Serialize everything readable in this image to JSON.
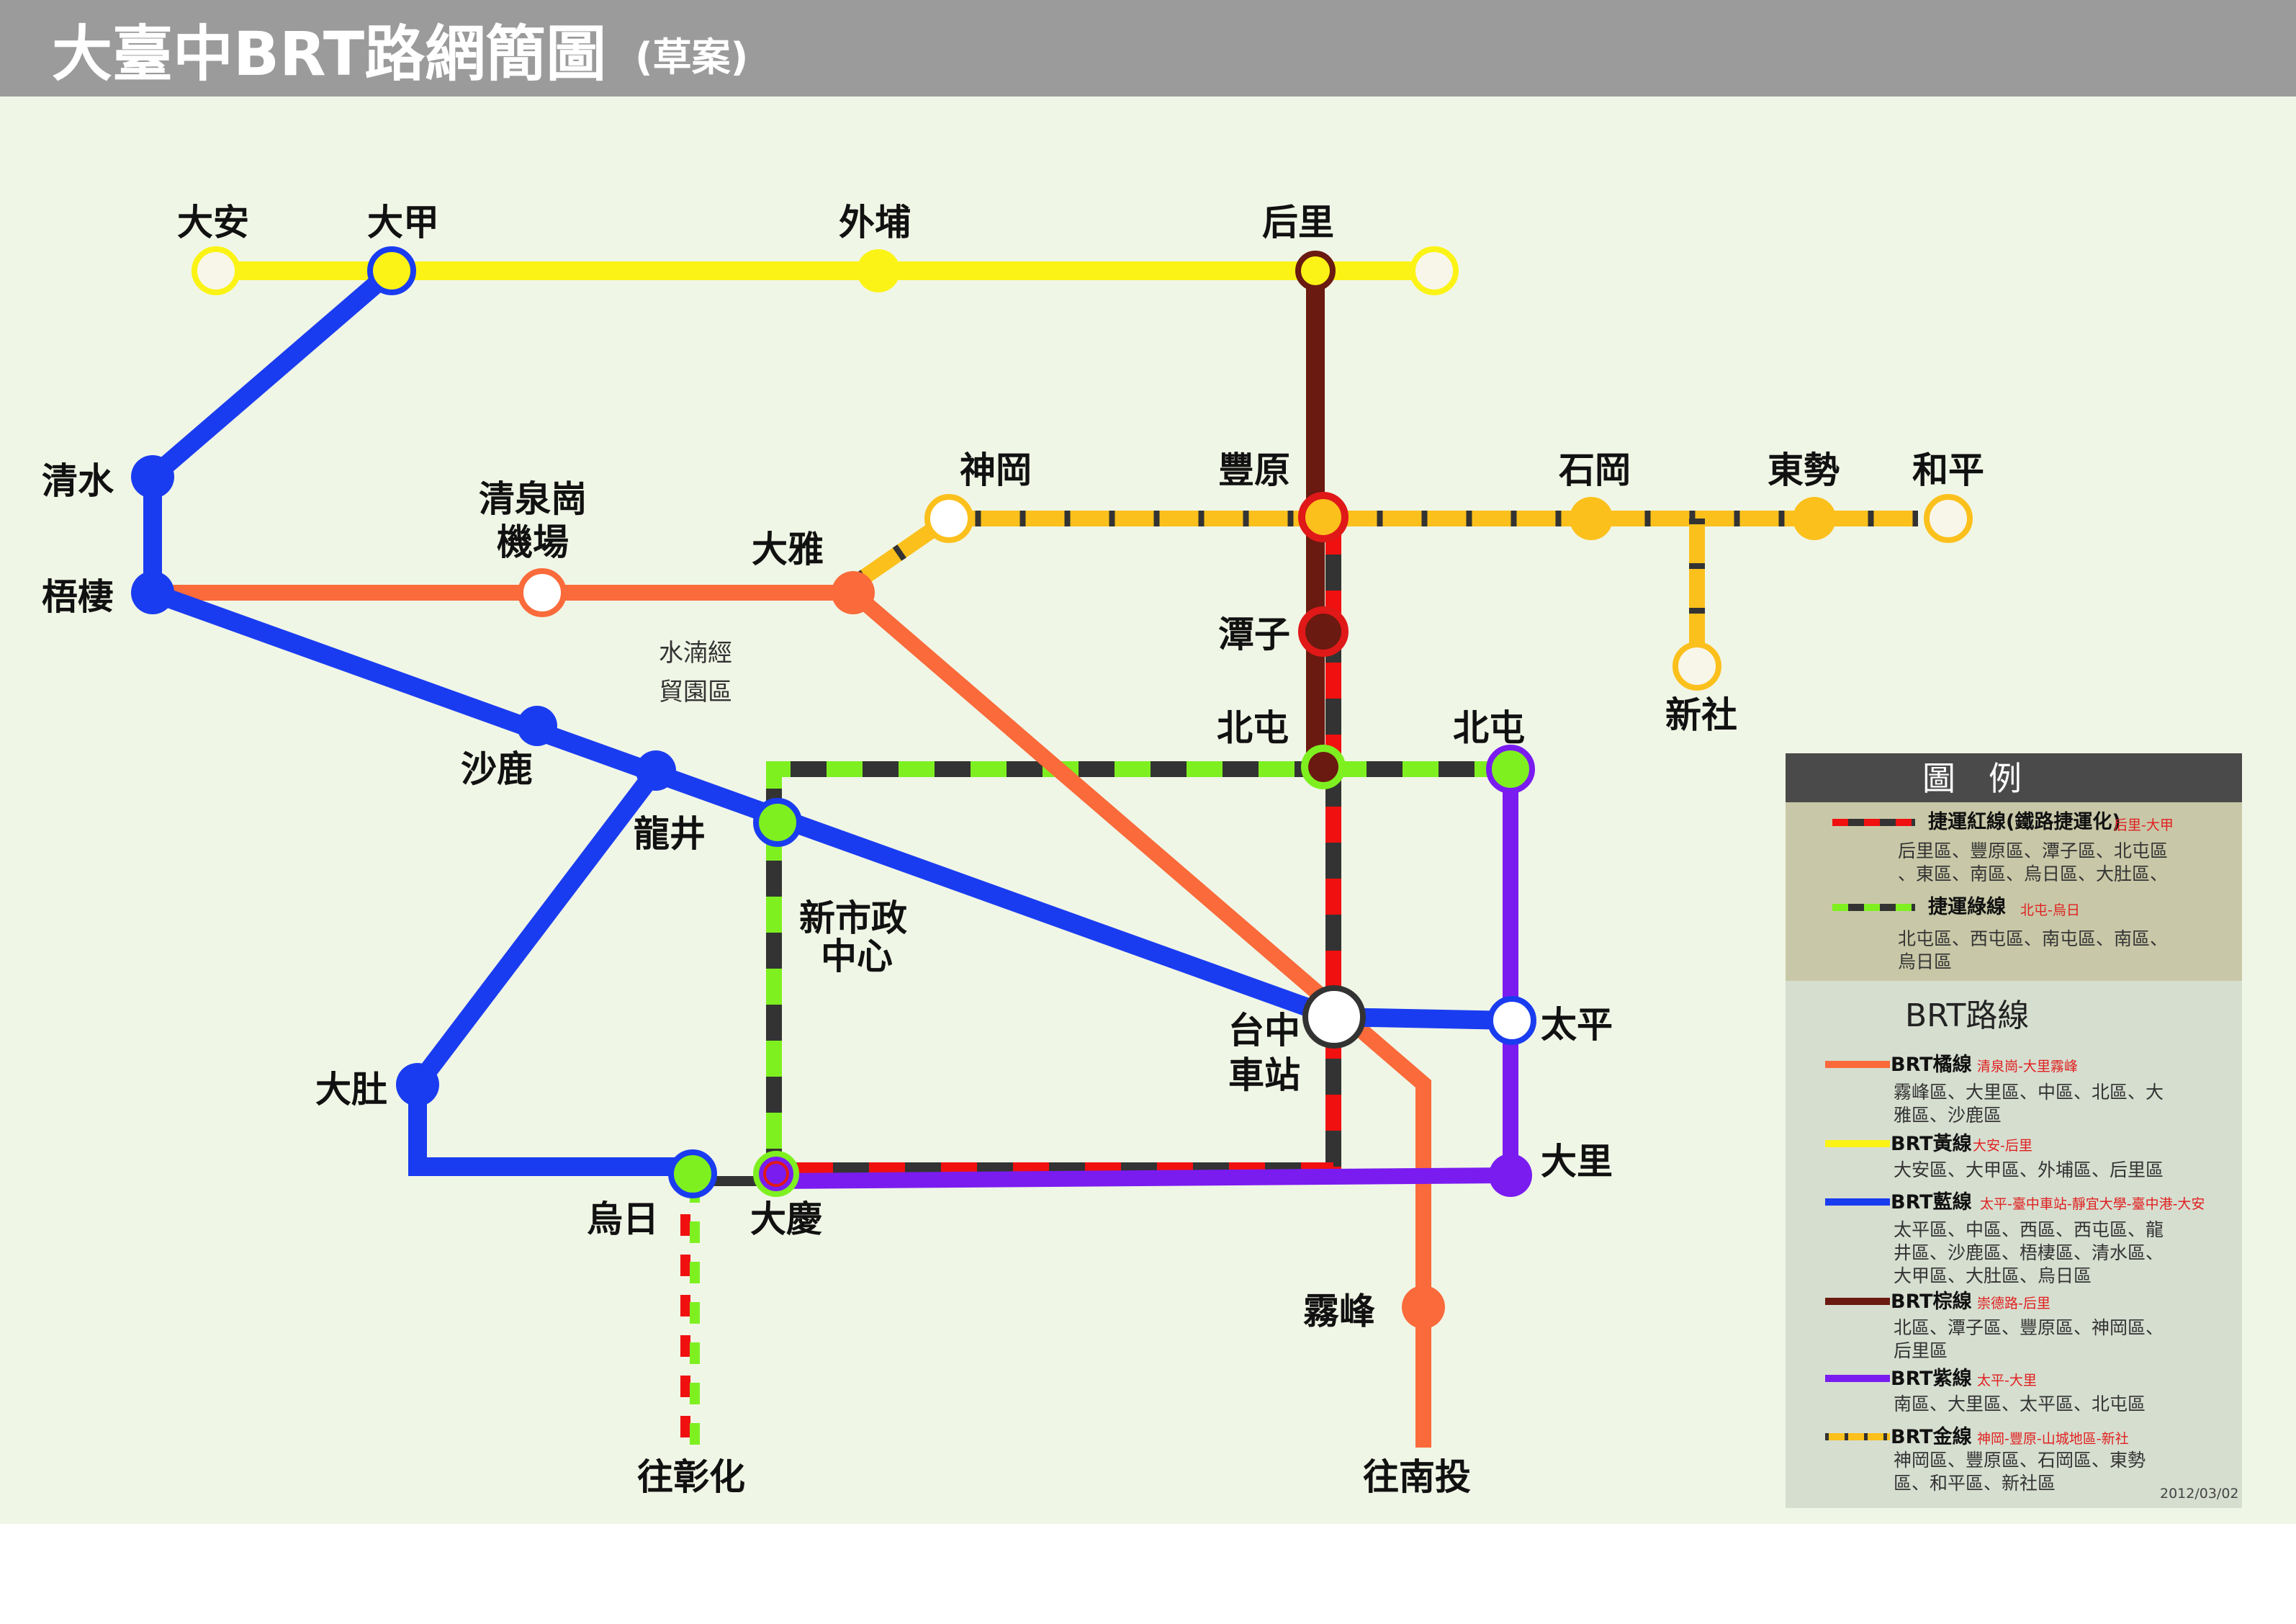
{
  "header": {
    "title": "大臺中BRT路網簡圖",
    "subtitle": "(草案)"
  },
  "colors": {
    "background": "#f0f6e6",
    "header": "#9b9b9b",
    "orange": "#fa6a3a",
    "yellow": "#fbf315",
    "blue": "#1a3cf0",
    "brown": "#6a1a10",
    "purple": "#7a1cf0",
    "gold": "#fbc01c",
    "red_mrt": "#f01010",
    "green_mrt": "#7ef020",
    "dark": "#333333"
  },
  "stations": {
    "daan": "大安",
    "dajia": "大甲",
    "waipu": "外埔",
    "houli": "后里",
    "qingshui": "清水",
    "wuqi": "梧棲",
    "airport_line1": "清泉崗",
    "airport_line2": "機場",
    "daya": "大雅",
    "shengang": "神岡",
    "fengyuan": "豐原",
    "shigang": "石岡",
    "dongshi": "東勢",
    "heping": "和平",
    "xinshe": "新社",
    "tanzi": "潭子",
    "beitun_left": "北屯",
    "beitun_right": "北屯",
    "shalu": "沙鹿",
    "longjing": "龍井",
    "civic_line1": "新市政",
    "civic_line2": "中心",
    "taichung_line1": "台中",
    "taichung_line2": "車站",
    "taiping": "太平",
    "dadu": "大肚",
    "wuri": "烏日",
    "daqing": "大慶",
    "dali": "大里",
    "wufeng": "霧峰",
    "to_changhua": "往彰化",
    "to_nantou": "往南投",
    "trade_zone_line1": "水湳經",
    "trade_zone_line2": "貿園區"
  },
  "legend": {
    "title": "圖　例",
    "mrt_red_name": "捷運紅線(鐵路捷運化)",
    "mrt_red_route": "后里-大甲",
    "mrt_red_desc1": "后里區、豐原區、潭子區、北屯區",
    "mrt_red_desc2": "、東區、南區、烏日區、大肚區、",
    "mrt_green_name": "捷運綠線",
    "mrt_green_route": "北屯-烏日",
    "mrt_green_desc1": "北屯區、西屯區、南屯區、南區、",
    "mrt_green_desc2": "烏日區",
    "brt_heading": "BRT路線",
    "orange_name": "BRT橘線",
    "orange_route": "清泉崗-大里霧峰",
    "orange_desc1": "霧峰區、大里區、中區、北區、大",
    "orange_desc2": "雅區、沙鹿區",
    "yellow_name": "BRT黃線",
    "yellow_route": "大安-后里",
    "yellow_desc1": "大安區、大甲區、外埔區、后里區",
    "blue_name": "BRT藍線",
    "blue_route": "太平-臺中車站-靜宜大學-臺中港-大安",
    "blue_desc1": "太平區、中區、西區、西屯區、龍",
    "blue_desc2": "井區、沙鹿區、梧棲區、清水區、",
    "blue_desc3": "大甲區、大肚區、烏日區",
    "brown_name": "BRT棕線",
    "brown_route": "崇德路-后里",
    "brown_desc1": "北區、潭子區、豐原區、神岡區、",
    "brown_desc2": "后里區",
    "purple_name": "BRT紫線",
    "purple_route": "太平-大里",
    "purple_desc1": "南區、大里區、太平區、北屯區",
    "gold_name": "BRT金線",
    "gold_route": "神岡-豐原-山城地區-新社",
    "gold_desc1": "神岡區、豐原區、石岡區、東勢",
    "gold_desc2": "區、和平區、新社區",
    "date": "2012/03/02"
  }
}
